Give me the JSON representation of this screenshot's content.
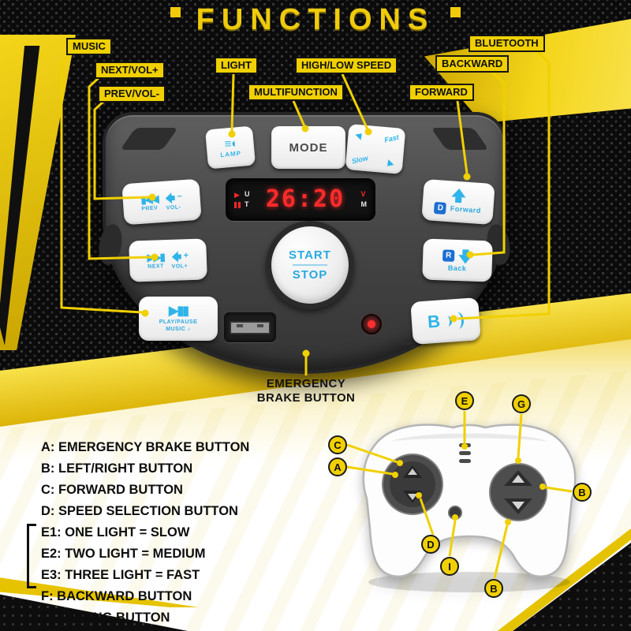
{
  "title": "FUNCTIONS",
  "colors": {
    "gold": "#f0d000",
    "cyan": "#2fb4e9",
    "red": "#ff2626",
    "key_blue": "#1b6ed2"
  },
  "labels": {
    "music": "MUSIC",
    "next_vol": "NEXT/VOL+",
    "prev_vol": "PREV/VOL-",
    "light": "LIGHT",
    "multifunction": "MULTIFUNCTION",
    "high_low_speed": "HIGH/LOW SPEED",
    "bluetooth": "BLUETOOTH",
    "backward": "BACKWARD",
    "forward": "FORWARD",
    "emergency1": "EMERGENCY",
    "emergency2": "BRAKE BUTTON"
  },
  "panel": {
    "lamp": "LAMP",
    "lamp_icon": "≡◖",
    "mode": "MODE",
    "fast": "Fast",
    "slow": "Slow",
    "display": {
      "time": "26:20",
      "u": "U",
      "t": "T",
      "v": "V",
      "m": "M"
    },
    "start": "START",
    "stop": "STOP",
    "prev": {
      "icon": "▮◀◀",
      "label": "PREV",
      "vol_sign": "−",
      "vol": "VOL-"
    },
    "next": {
      "icon": "▶▶▮",
      "label": "NEXT",
      "vol_sign": "+",
      "vol": "VOL+"
    },
    "play": {
      "icon": "▶▮▮",
      "label": "PLAY/PAUSE",
      "music": "MUSIC",
      "note": "♪"
    },
    "forward": {
      "key": "D",
      "label": "Forward"
    },
    "back": {
      "key": "R",
      "label": "Back"
    },
    "bluetooth": {
      "key": "B"
    }
  },
  "legend": {
    "items": [
      {
        "text": "A: EMERGENCY BRAKE BUTTON"
      },
      {
        "text": "B: LEFT/RIGHT BUTTON"
      },
      {
        "text": "C: FORWARD BUTTON"
      },
      {
        "text": "D: SPEED SELECTION BUTTON"
      },
      {
        "text": "E1: ONE LIGHT = SLOW"
      },
      {
        "text": "E2: TWO LIGHT = MEDIUM"
      },
      {
        "text": "E3: THREE LIGHT = FAST"
      },
      {
        "text": "F: BACKWARD BUTTON"
      },
      {
        "text": "G: PAIRING BUTTON"
      }
    ]
  },
  "remote": {
    "callouts": {
      "c": "C",
      "a": "A",
      "e": "E",
      "g": "G",
      "b_right": "B",
      "d": "D",
      "i": "I",
      "b_bottom": "B"
    }
  }
}
